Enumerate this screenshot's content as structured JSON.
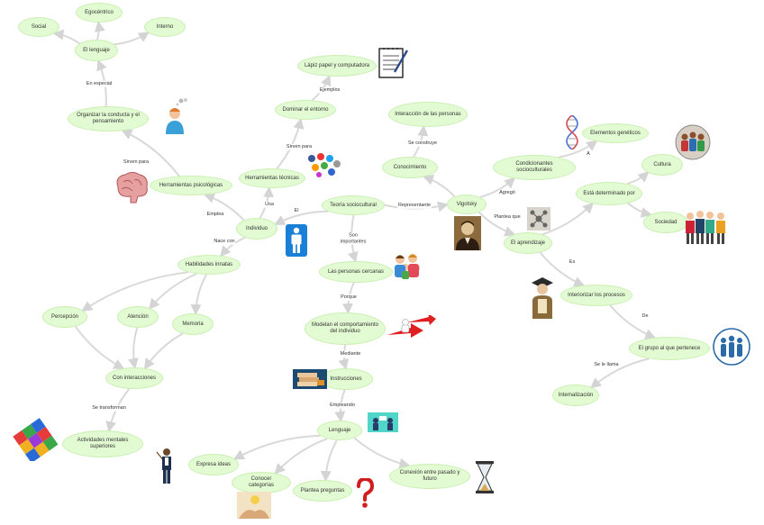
{
  "nodes": {
    "social": "Social",
    "egocentrico": "Egocéntrico",
    "interno": "Interno",
    "el_lenguaje": "El lenguaje",
    "organizar": "Organizar la conducta y el pensamiento",
    "herramientas_psicologicas": "Herramientas psicológicas",
    "individuo": "Individuo",
    "herramientas_tecnicas": "Herramientas técnicas",
    "dominar_entorno": "Dominar el entorno",
    "lapiz": "Lápiz papel y computadora",
    "teoria": "Teoría sociocultural",
    "interaccion": "Interacción de las personas",
    "conocimiento": "Conocimiento",
    "vigotsky": "Vigotsky",
    "condicionantes": "Condicionantes socioculturales",
    "elementos_geneticos": "Elementos genéticos",
    "esta_determinado": "Está determinado por",
    "cultura": "Cultura",
    "sociedad": "Sociedad",
    "aprendizaje": "El aprendizaje",
    "interiorizar": "Interiorizar los procesos",
    "grupo": "El grupo al que pertenece",
    "internalizacion": "Internalización",
    "personas_cercanas": "Las personas cercanas",
    "modelan": "Modelan el comportamiento del individuo",
    "instrucciones": "Instrucciones",
    "lenguaje": "Lenguaje",
    "expresa_ideas": "Expresa ideas",
    "conocer_categorias": "Conocer categorías",
    "plantea_preguntas": "Plantea preguntas",
    "conexion": "Conexión entre pasado y futuro",
    "habilidades": "Habilidades innatas",
    "percepcion": "Percepción",
    "atencion": "Atención",
    "memoria": "Memoria",
    "con_interacciones": "Con interacciones",
    "actividades": "Actividades mentales superiores"
  },
  "edge_labels": {
    "en_especial": "En especial",
    "sirven_para_1": "Sirven para",
    "emplea": "Emplea",
    "usa": "Usa",
    "sirven_para_2": "Sirven para",
    "ejemplos": "Ejemplos",
    "el": "El",
    "representante": "Representante",
    "se_construye": "Se construye",
    "agrego": "Agregó",
    "a": "A",
    "plantea_que": "Plantea que",
    "es": "Es",
    "de": "De",
    "se_le_llama": "Se le llama",
    "son_importantes": "Son importantes",
    "porque": "Porque",
    "mediante": "Mediante",
    "empleando": "Empleando",
    "nace_con": "Nace con",
    "se_transforman": "Se transforman"
  },
  "colors": {
    "node_fill": "#e3fbd2",
    "node_border": "#c9efb2",
    "edge": "#d9d9d9",
    "text": "#333333"
  },
  "icons": [
    "notepad-pen-icon",
    "thinking-person-icon",
    "brain-icon",
    "dna-icon",
    "social-media-icon",
    "family-group-icon",
    "crowd-icon",
    "restroom-person-icon",
    "portrait-icon",
    "molecule-icon",
    "graduate-person-icon",
    "arrows-person-icon",
    "books-icon",
    "group-meeting-icon",
    "hourglass-icon",
    "question-mark-icon",
    "puzzle-icon",
    "teacher-icon",
    "ideas-icon",
    "group-circle-icon",
    "family-circle-icon"
  ]
}
